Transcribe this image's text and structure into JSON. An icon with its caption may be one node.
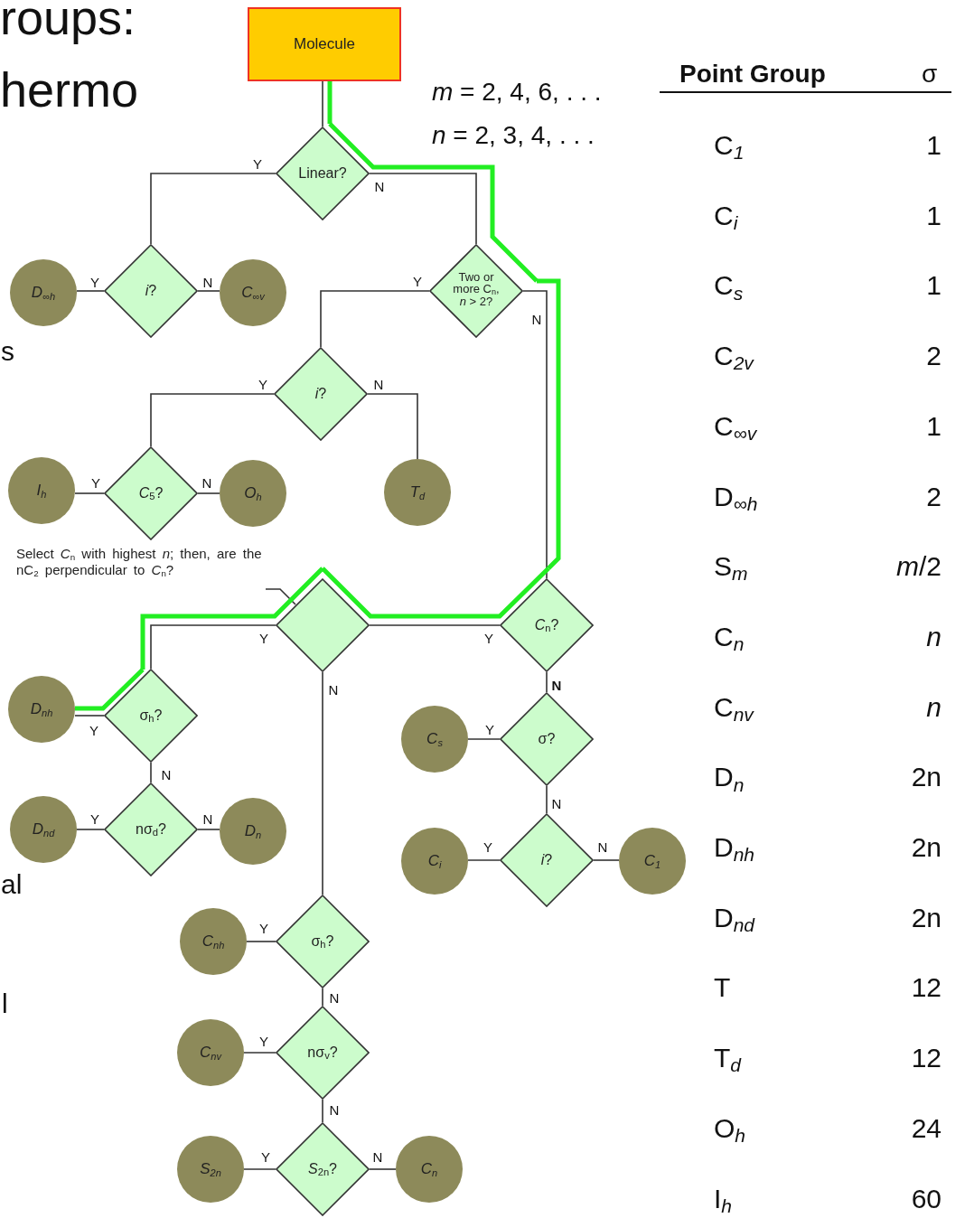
{
  "diagram": {
    "nodes": [
      {
        "text": [
          "Molecule"
        ]
      },
      {
        "text": [
          "Linear?"
        ]
      },
      {
        "text": [
          "*i*?"
        ]
      },
      {
        "text": [
          "D$_{∞h}$"
        ]
      },
      {
        "text": [
          "C$_{∞v}$"
        ]
      },
      {
        "text": [
          "Two or more C$_{n}$, *n* > 2?"
        ]
      },
      {
        "text": [
          "*i*?"
        ]
      },
      {
        "text": [
          "*C*$_{5}$?"
        ]
      },
      {
        "text": [
          "I$_{h}$"
        ]
      },
      {
        "text": [
          "O$_{h}$"
        ]
      },
      {
        "text": [
          "T$_{d}$"
        ]
      },
      {
        "text": [
          "*C*$_{n}$?"
        ]
      },
      {
        "text": [
          "Select *C*$_{n}$ with highest *n*; then, are the nC$_{2}$ perpendicular to *C*$_{n}$?"
        ]
      },
      {
        "text": [],
        "shape": "diamond"
      },
      {
        "text": [
          "σ$_{h}$?"
        ]
      },
      {
        "text": [
          "D$_{nh}$"
        ]
      },
      {
        "text": [
          "nσ$_{d}$?"
        ]
      },
      {
        "text": [
          "D$_{nd}$"
        ]
      },
      {
        "text": [
          "D$_{n}$"
        ]
      },
      {
        "text": [
          "σ?"
        ]
      },
      {
        "text": [
          "C$_{s}$"
        ]
      },
      {
        "text": [
          "*i*?"
        ]
      },
      {
        "text": [
          "C$_{i}$"
        ]
      },
      {
        "text": [
          "C$_{1}$"
        ]
      },
      {
        "text": [
          "σ$_{h}$?"
        ]
      },
      {
        "text": [
          "C$_{nh}$"
        ]
      },
      {
        "text": [
          "nσ$_{v}$?"
        ]
      },
      {
        "text": [
          "C$_{nv}$"
        ]
      },
      {
        "text": [
          "*S*$_{2n}$?"
        ]
      },
      {
        "text": [
          "S$_{2n}$"
        ]
      },
      {
        "text": [
          "C$_{n}$"
        ]
      }
    ],
    "edges": [
      {
        "from": 0,
        "to": 1,
        "arrow": "none"
      },
      {
        "from": 1,
        "to": 2,
        "arrow": "none",
        "label": "Y"
      },
      {
        "from": 1,
        "to": 5,
        "arrow": "none",
        "label": "N"
      },
      {
        "from": 2,
        "to": 3,
        "arrow": "none",
        "label": "Y"
      },
      {
        "from": 2,
        "to": 4,
        "arrow": "none",
        "label": "N"
      },
      {
        "from": 5,
        "to": 6,
        "arrow": "none",
        "label": "Y"
      },
      {
        "from": 5,
        "to": 11,
        "arrow": "none",
        "label": "N"
      },
      {
        "from": 6,
        "to": 7,
        "arrow": "none",
        "label": "Y"
      },
      {
        "from": 6,
        "to": 10,
        "arrow": "none",
        "label": "N"
      },
      {
        "from": 7,
        "to": 8,
        "arrow": "none",
        "label": "Y"
      },
      {
        "from": 7,
        "to": 9,
        "arrow": "none",
        "label": "N"
      },
      {
        "from": 12,
        "to": 13,
        "arrow": "none"
      },
      {
        "from": 11,
        "to": 13,
        "arrow": "none",
        "label": "Y"
      },
      {
        "from": 13,
        "to": 14,
        "arrow": "none",
        "label": "Y"
      },
      {
        "from": 13,
        "to": 24,
        "arrow": "none",
        "label": "N"
      },
      {
        "from": 11,
        "to": 19,
        "arrow": "none",
        "label": "N"
      },
      {
        "from": 19,
        "to": 20,
        "arrow": "none",
        "label": "Y"
      },
      {
        "from": 19,
        "to": 21,
        "arrow": "none",
        "label": "N"
      },
      {
        "from": 21,
        "to": 22,
        "arrow": "none",
        "label": "Y"
      },
      {
        "from": 21,
        "to": 23,
        "arrow": "none",
        "label": "N"
      },
      {
        "from": 14,
        "to": 15,
        "arrow": "none",
        "label": "Y"
      },
      {
        "from": 14,
        "to": 16,
        "arrow": "none",
        "label": "N"
      },
      {
        "from": 16,
        "to": 17,
        "arrow": "none",
        "label": "Y"
      },
      {
        "from": 16,
        "to": 18,
        "arrow": "none",
        "label": "N"
      },
      {
        "from": 24,
        "to": 25,
        "arrow": "none",
        "label": "Y"
      },
      {
        "from": 24,
        "to": 26,
        "arrow": "none",
        "label": "N"
      },
      {
        "from": 26,
        "to": 27,
        "arrow": "none",
        "label": "Y"
      },
      {
        "from": 26,
        "to": 28,
        "arrow": "none",
        "label": "N"
      },
      {
        "from": 28,
        "to": 29,
        "arrow": "none",
        "label": "Y"
      },
      {
        "from": 28,
        "to": 30,
        "arrow": "none",
        "label": "N"
      },
      {
        "from": 0,
        "to": 1,
        "arrow": "none",
        "style": "thick",
        "color": "#22ee22"
      },
      {
        "from": 1,
        "to": 5,
        "arrow": "none",
        "style": "thick",
        "color": "#22ee22"
      },
      {
        "from": 5,
        "to": 11,
        "arrow": "none",
        "style": "thick",
        "color": "#22ee22"
      },
      {
        "from": 11,
        "to": 13,
        "arrow": "none",
        "style": "thick",
        "color": "#22ee22"
      },
      {
        "from": 13,
        "to": 14,
        "arrow": "none",
        "style": "thick",
        "color": "#22ee22"
      },
      {
        "from": 14,
        "to": 15,
        "arrow": "none",
        "style": "thick",
        "color": "#22ee22"
      }
    ],
    "labels": [
      "roups:",
      "hermo",
      "*m* = 2, 4, 6, . . .",
      "*n* = 2, 3, 4, . . .",
      "Point Group",
      "σ",
      "C$_{1}$",
      "1",
      "C$_{i}$",
      "1",
      "C$_{s}$",
      "1",
      "C$_{2v}$",
      "2",
      "C$_{∞v}$",
      "1",
      "D$_{∞h}$",
      "2",
      "S$_{m}$",
      "*m*/2",
      "C$_{n}$",
      "*n*",
      "C$_{nv}$",
      "*n*",
      "D$_{n}$",
      "2n",
      "D$_{nh}$",
      "2n",
      "D$_{nd}$",
      "2n",
      "T",
      "12",
      "T$_{d}$",
      "12",
      "O$_{h}$",
      "24",
      "I$_{h}$",
      "60",
      "s",
      "al",
      "l"
    ]
  }
}
